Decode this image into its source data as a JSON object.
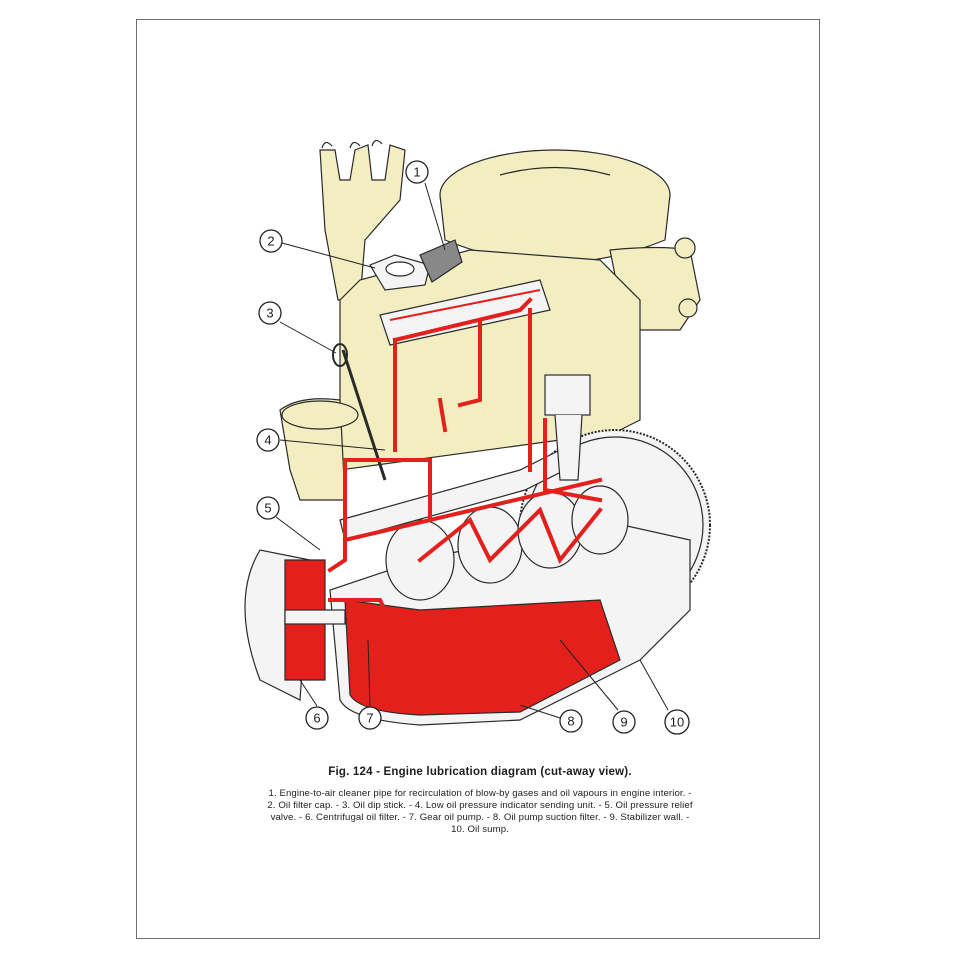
{
  "figure": {
    "title": "Fig. 124 - Engine lubrication diagram (cut-away view).",
    "legend_lines": [
      "1. Engine-to-air cleaner pipe for recirculation of blow-by gases and oil vapours in engine interior. -",
      "2. Oil filter cap. - 3. Oil dip stick. - 4. Low oil pressure indicator sending unit. - 5. Oil pressure relief",
      "valve. - 6. Centrifugal oil filter. - 7. Gear oil pump. - 8. Oil pump suction filter. - 9. Stabilizer wall. -",
      "10. Oil sump."
    ],
    "parts": [
      {
        "n": "1",
        "label": "Engine-to-air cleaner pipe for recirculation of blow-by gases and oil vapours in engine interior"
      },
      {
        "n": "2",
        "label": "Oil filter cap"
      },
      {
        "n": "3",
        "label": "Oil dip stick"
      },
      {
        "n": "4",
        "label": "Low oil pressure indicator sending unit"
      },
      {
        "n": "5",
        "label": "Oil pressure relief valve"
      },
      {
        "n": "6",
        "label": "Centrifugal oil filter"
      },
      {
        "n": "7",
        "label": "Gear oil pump"
      },
      {
        "n": "8",
        "label": "Oil pump suction filter"
      },
      {
        "n": "9",
        "label": "Stabilizer wall"
      },
      {
        "n": "10",
        "label": "Oil sump"
      }
    ]
  },
  "colors": {
    "engine_body": "#f3eec2",
    "oil_red": "#e3201b",
    "metal_white": "#f4f4f4",
    "metal_grey": "#bdbdbd",
    "outline": "#2a2a2a",
    "frame": "#6e6e6e"
  }
}
